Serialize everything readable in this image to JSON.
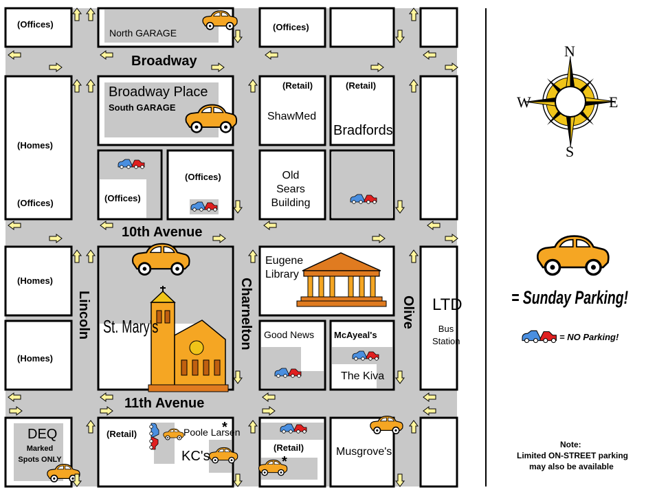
{
  "streets": {
    "broadway": "Broadway",
    "tenth": "10th Avenue",
    "eleventh": "11th Avenue",
    "lincoln": "Lincoln",
    "charnelton": "Charnelton",
    "olive": "Olive"
  },
  "places": {
    "offices_top_left": "(Offices)",
    "north_garage": "North GARAGE",
    "offices_top_mid": "(Offices)",
    "broadway_place": "Broadway Place",
    "south_garage": "South GARAGE",
    "retail_1": "(Retail)",
    "retail_2": "(Retail)",
    "shawmed": "ShawMed",
    "bradfords": "Bradfords",
    "homes_1": "(Homes)",
    "offices_left_2": "(Offices)",
    "offices_mid_1": "(Offices)",
    "offices_mid_2": "(Offices)",
    "old_sears": "Old Sears Building",
    "homes_2": "(Homes)",
    "homes_3": "(Homes)",
    "st_marys": "St. Mary's",
    "eugene_library": "Eugene Library",
    "good_news": "Good News",
    "mcayeals": "McAyeal's",
    "the_kiva": "The Kiva",
    "ltd": "LTD",
    "bus_station": "Bus Station",
    "deq": "DEQ",
    "deq_note": "Marked Spots ONLY",
    "retail_bottom_1": "(Retail)",
    "poole_larsen": "Poole Larsen",
    "asterisk": "*",
    "kcs": "KC's",
    "retail_bottom_2": "(Retail)",
    "musgroves": "Musgrove's"
  },
  "compass": {
    "n": "N",
    "s": "S",
    "e": "E",
    "w": "W"
  },
  "legend": {
    "sunday_parking": "= Sunday Parking!",
    "no_parking": "= NO Parking!"
  },
  "note": {
    "title": "Note:",
    "line1": "Limited ON-STREET parking",
    "line2": "may also be available"
  },
  "colors": {
    "road": "#c8c8c8",
    "block": "#ffffff",
    "lot": "#c8c8c8",
    "car": "#f5a623",
    "arrow": "#fff59d",
    "tow_red": "#e02020",
    "tow_blue": "#4a8fe0",
    "compass_gold": "#f0c419"
  }
}
